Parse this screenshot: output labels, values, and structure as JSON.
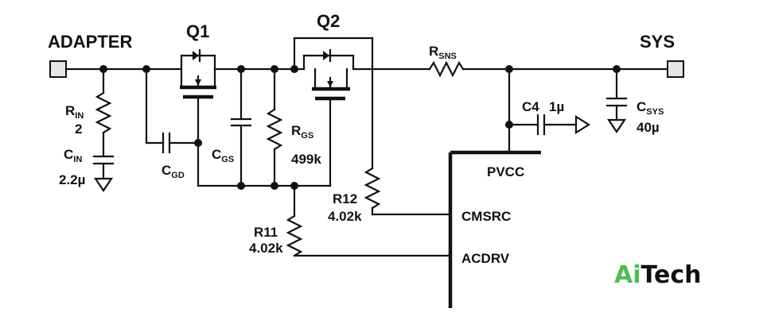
{
  "terminals": {
    "adapter": "ADAPTER",
    "sys": "SYS"
  },
  "transistors": {
    "q1": "Q1",
    "q2": "Q2"
  },
  "components": {
    "rin": {
      "name": "R",
      "sub": "IN",
      "value": "2"
    },
    "cin": {
      "name": "C",
      "sub": "IN",
      "value": "2.2µ"
    },
    "cgd": {
      "name": "C",
      "sub": "GD"
    },
    "cgs": {
      "name": "C",
      "sub": "GS"
    },
    "rgs": {
      "name": "R",
      "sub": "GS",
      "value": "499k"
    },
    "r12": {
      "name": "R12",
      "value": "4.02k"
    },
    "r11": {
      "name": "R11",
      "value": "4.02k"
    },
    "rsns": {
      "name": "R",
      "sub": "SNS"
    },
    "c4": {
      "name": "C4",
      "value": "1µ"
    },
    "csys": {
      "name": "C",
      "sub": "SYS",
      "value": "40µ"
    }
  },
  "ic_pins": {
    "pvcc": "PVCC",
    "cmsrc": "CMSRC",
    "acdrv": "ACDRV"
  },
  "logo": {
    "part1": "Ai",
    "part2": "Tech",
    "colors": {
      "part1": "#4bbf4f",
      "part2": "#111111"
    }
  }
}
